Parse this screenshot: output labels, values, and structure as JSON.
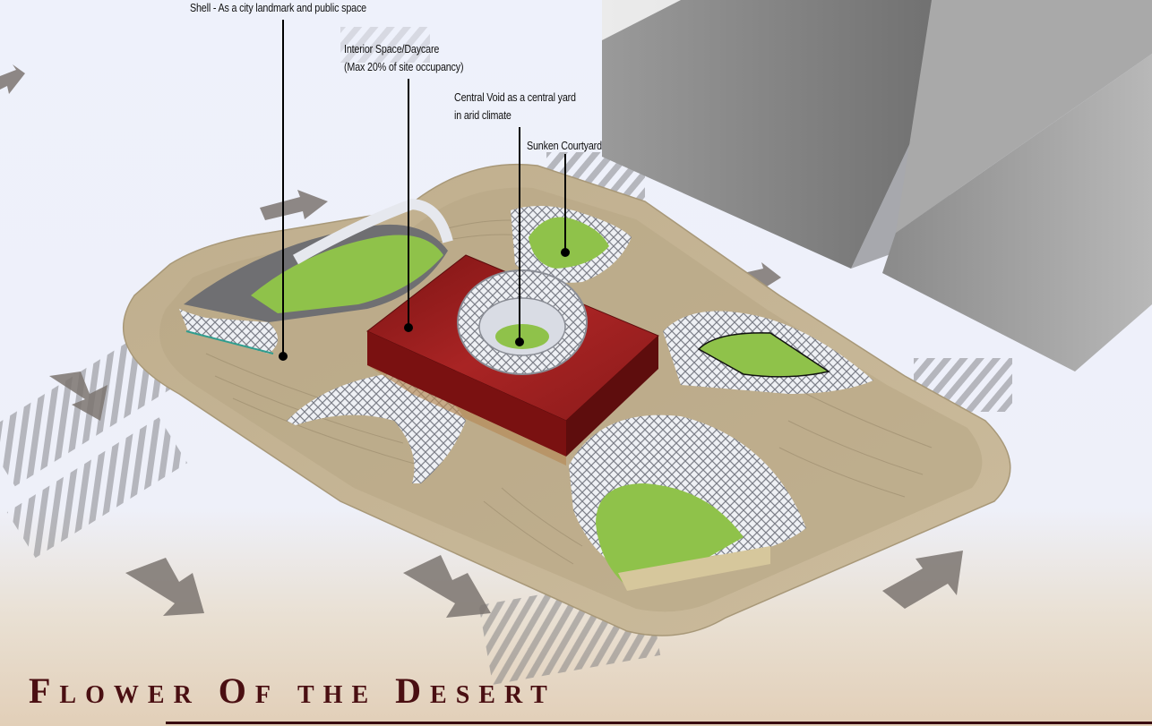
{
  "title": "Flower Of the Desert",
  "annotations": {
    "shell": "Shell - As a city landmark and public space",
    "interior_line1": "Interior Space/Daycare",
    "interior_line2": "(Max 20% of site occupancy)",
    "void_line1": "Central Void as a central yard",
    "void_line2": "in arid climate",
    "courtyard": "Sunken Courtyard"
  },
  "colors": {
    "site": "#c9b899",
    "building": "#9e1f1f",
    "courtyard_green": "#8fc24a",
    "shell": "#d8dbe3",
    "tower": "#8e8e8e",
    "title": "#4a0f12"
  }
}
